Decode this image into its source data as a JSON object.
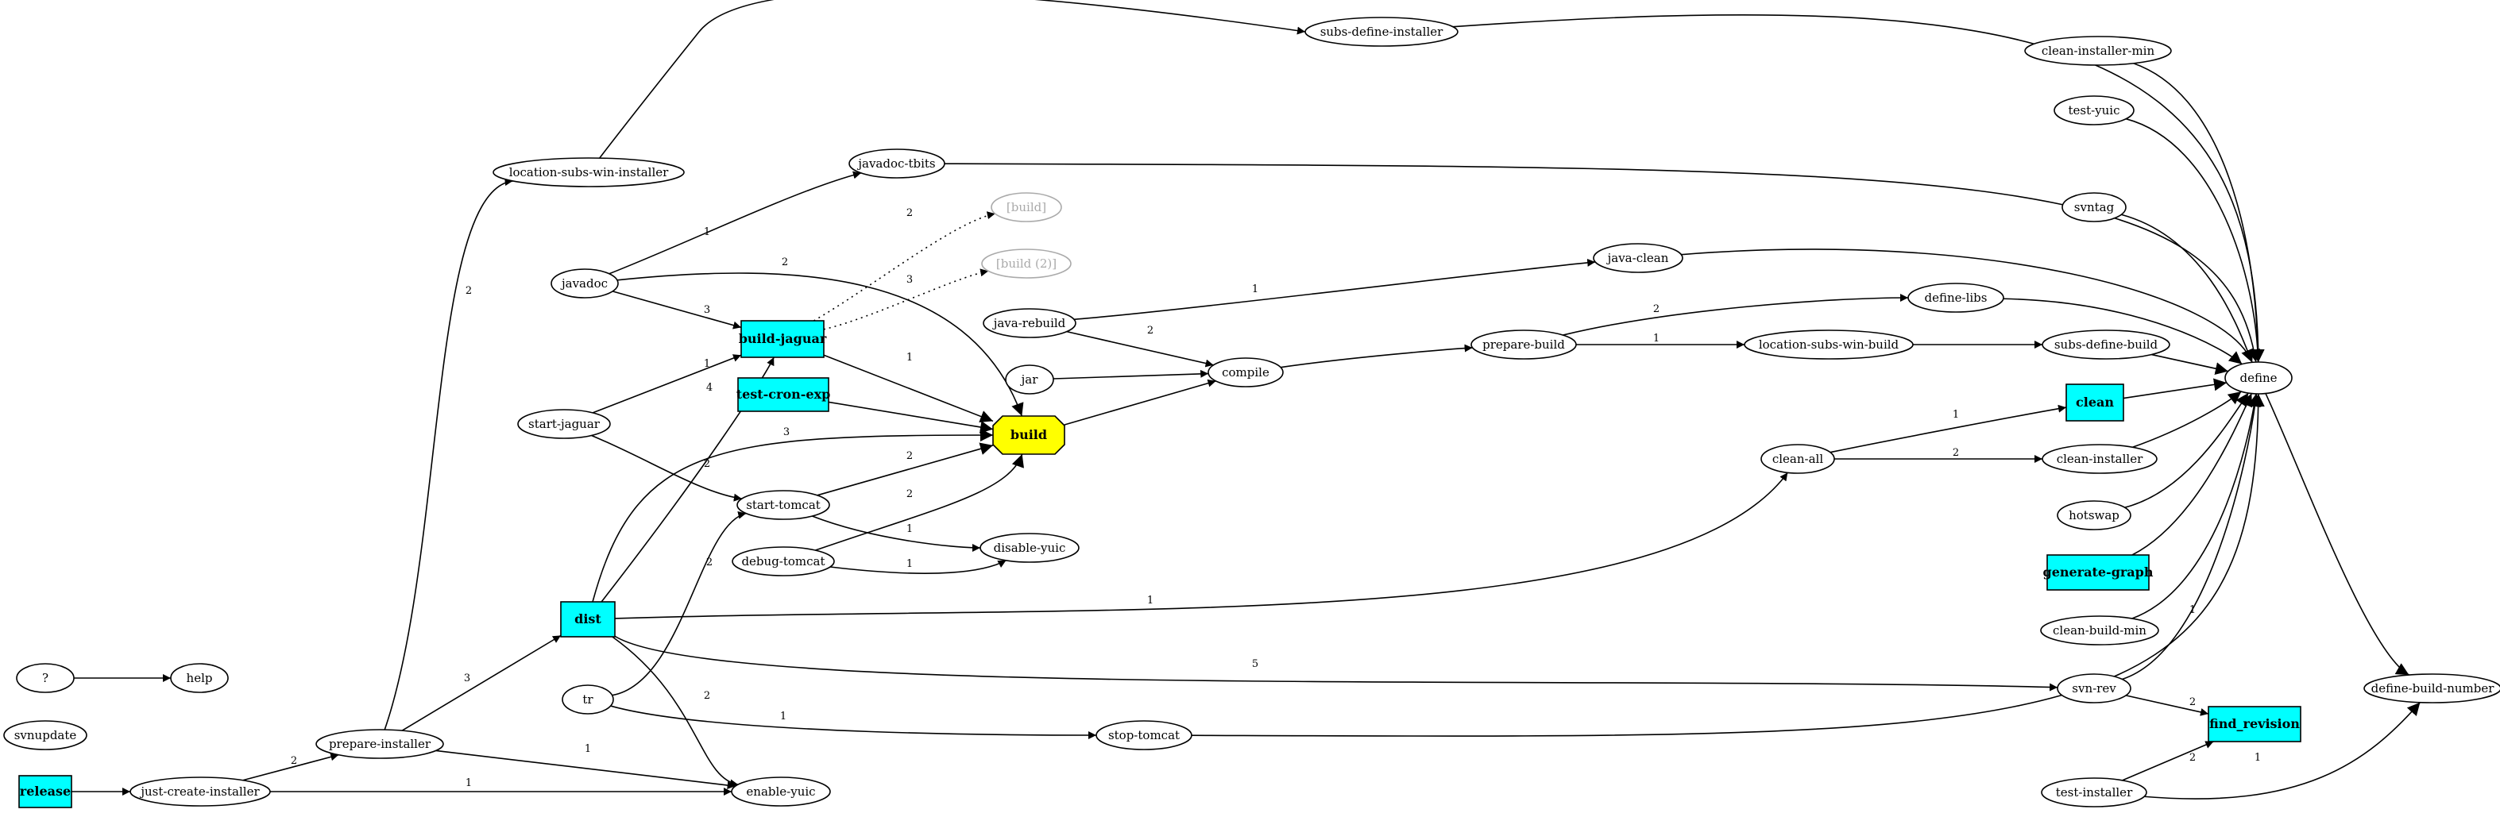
{
  "graph": {
    "nodes": {
      "release": {
        "label": "release",
        "shape": "box",
        "fill": "#00ffff",
        "bold": true
      },
      "just-create-installer": {
        "label": "just-create-installer"
      },
      "svnupdate": {
        "label": "svnupdate"
      },
      "q": {
        "label": "?"
      },
      "help": {
        "label": "help"
      },
      "prepare-installer": {
        "label": "prepare-installer"
      },
      "location-subs-win-installer": {
        "label": "location-subs-win-installer"
      },
      "subs-define-installer": {
        "label": "subs-define-installer"
      },
      "javadoc": {
        "label": "javadoc"
      },
      "javadoc-tbits": {
        "label": "javadoc-tbits"
      },
      "start-jaguar": {
        "label": "start-jaguar"
      },
      "build-jaguar": {
        "label": "build-jaguar",
        "shape": "box",
        "fill": "#00ffff",
        "bold": true
      },
      "test-cron-exp": {
        "label": "test-cron-exp",
        "shape": "box",
        "fill": "#00ffff",
        "bold": true
      },
      "build": {
        "label": "build",
        "shape": "octagon",
        "fill": "#ffff00",
        "bold": true
      },
      "build1": {
        "label": "[build]",
        "ghost": true
      },
      "build2": {
        "label": "[build (2)]",
        "ghost": true
      },
      "java-rebuild": {
        "label": "java-rebuild"
      },
      "jar": {
        "label": "jar"
      },
      "compile": {
        "label": "compile"
      },
      "java-clean": {
        "label": "java-clean"
      },
      "prepare-build": {
        "label": "prepare-build"
      },
      "define-libs": {
        "label": "define-libs"
      },
      "location-subs-win-build": {
        "label": "location-subs-win-build"
      },
      "subs-define-build": {
        "label": "subs-define-build"
      },
      "define": {
        "label": "define"
      },
      "start-tomcat": {
        "label": "start-tomcat"
      },
      "debug-tomcat": {
        "label": "debug-tomcat"
      },
      "disable-yuic": {
        "label": "disable-yuic"
      },
      "dist": {
        "label": "dist",
        "shape": "box",
        "fill": "#00ffff",
        "bold": true
      },
      "tr": {
        "label": "tr"
      },
      "enable-yuic": {
        "label": "enable-yuic"
      },
      "stop-tomcat": {
        "label": "stop-tomcat"
      },
      "clean-all": {
        "label": "clean-all"
      },
      "clean": {
        "label": "clean",
        "shape": "box",
        "fill": "#00ffff",
        "bold": true
      },
      "clean-installer": {
        "label": "clean-installer"
      },
      "clean-installer-min": {
        "label": "clean-installer-min"
      },
      "test-yuic": {
        "label": "test-yuic"
      },
      "svntag": {
        "label": "svntag"
      },
      "hotswap": {
        "label": "hotswap"
      },
      "generate-graph": {
        "label": "generate-graph",
        "shape": "box",
        "fill": "#00ffff",
        "bold": true
      },
      "clean-build-min": {
        "label": "clean-build-min"
      },
      "svn-rev": {
        "label": "svn-rev"
      },
      "find_revision": {
        "label": "find_revision",
        "shape": "box",
        "fill": "#00ffff",
        "bold": true
      },
      "test-installer": {
        "label": "test-installer"
      },
      "define-build-number": {
        "label": "define-build-number"
      }
    },
    "edges": [
      {
        "from": "release",
        "to": "just-create-installer",
        "label": ""
      },
      {
        "from": "just-create-installer",
        "to": "prepare-installer",
        "label": "2"
      },
      {
        "from": "just-create-installer",
        "to": "enable-yuic",
        "label": "1"
      },
      {
        "from": "q",
        "to": "help",
        "label": ""
      },
      {
        "from": "prepare-installer",
        "to": "location-subs-win-installer",
        "label": "2"
      },
      {
        "from": "prepare-installer",
        "to": "dist",
        "label": "3"
      },
      {
        "from": "prepare-installer",
        "to": "enable-yuic",
        "label": "1"
      },
      {
        "from": "location-subs-win-installer",
        "to": "subs-define-installer",
        "label": ""
      },
      {
        "from": "subs-define-installer",
        "to": "define",
        "label": ""
      },
      {
        "from": "javadoc",
        "to": "javadoc-tbits",
        "label": "1"
      },
      {
        "from": "javadoc",
        "to": "build",
        "label": "2"
      },
      {
        "from": "javadoc",
        "to": "build-jaguar",
        "label": "3"
      },
      {
        "from": "javadoc-tbits",
        "to": "define",
        "label": ""
      },
      {
        "from": "start-jaguar",
        "to": "build-jaguar",
        "label": "1"
      },
      {
        "from": "start-jaguar",
        "to": "start-tomcat",
        "label": "2"
      },
      {
        "from": "build-jaguar",
        "to": "build1",
        "label": "2",
        "style": "dotted"
      },
      {
        "from": "build-jaguar",
        "to": "build2",
        "label": "3",
        "style": "dotted"
      },
      {
        "from": "build-jaguar",
        "to": "build",
        "label": "1"
      },
      {
        "from": "test-cron-exp",
        "to": "build",
        "label": ""
      },
      {
        "from": "build",
        "to": "compile",
        "label": ""
      },
      {
        "from": "java-rebuild",
        "to": "java-clean",
        "label": "1"
      },
      {
        "from": "java-rebuild",
        "to": "compile",
        "label": "2"
      },
      {
        "from": "jar",
        "to": "compile",
        "label": ""
      },
      {
        "from": "compile",
        "to": "prepare-build",
        "label": ""
      },
      {
        "from": "java-clean",
        "to": "define",
        "label": ""
      },
      {
        "from": "prepare-build",
        "to": "define-libs",
        "label": "2"
      },
      {
        "from": "prepare-build",
        "to": "location-subs-win-build",
        "label": "1"
      },
      {
        "from": "define-libs",
        "to": "define",
        "label": ""
      },
      {
        "from": "location-subs-win-build",
        "to": "subs-define-build",
        "label": ""
      },
      {
        "from": "subs-define-build",
        "to": "define",
        "label": ""
      },
      {
        "from": "start-tomcat",
        "to": "build",
        "label": "2"
      },
      {
        "from": "start-tomcat",
        "to": "disable-yuic",
        "label": "1"
      },
      {
        "from": "debug-tomcat",
        "to": "build",
        "label": "2"
      },
      {
        "from": "debug-tomcat",
        "to": "disable-yuic",
        "label": "1"
      },
      {
        "from": "dist",
        "to": "build-jaguar",
        "label": "4"
      },
      {
        "from": "dist",
        "to": "build",
        "label": "3"
      },
      {
        "from": "dist",
        "to": "clean-all",
        "label": "1"
      },
      {
        "from": "dist",
        "to": "svn-rev",
        "label": "5"
      },
      {
        "from": "dist",
        "to": "enable-yuic",
        "label": "2"
      },
      {
        "from": "tr",
        "to": "start-tomcat",
        "label": "2"
      },
      {
        "from": "tr",
        "to": "stop-tomcat",
        "label": "1"
      },
      {
        "from": "stop-tomcat",
        "to": "define",
        "label": ""
      },
      {
        "from": "clean-all",
        "to": "clean",
        "label": "1"
      },
      {
        "from": "clean-all",
        "to": "clean-installer",
        "label": "2"
      },
      {
        "from": "clean",
        "to": "define",
        "label": ""
      },
      {
        "from": "clean-installer",
        "to": "define",
        "label": ""
      },
      {
        "from": "clean-installer-min",
        "to": "define",
        "label": ""
      },
      {
        "from": "test-yuic",
        "to": "define",
        "label": ""
      },
      {
        "from": "svntag",
        "to": "define",
        "label": ""
      },
      {
        "from": "hotswap",
        "to": "define",
        "label": ""
      },
      {
        "from": "generate-graph",
        "to": "define",
        "label": ""
      },
      {
        "from": "clean-build-min",
        "to": "define",
        "label": ""
      },
      {
        "from": "svn-rev",
        "to": "define",
        "label": "1"
      },
      {
        "from": "svn-rev",
        "to": "find_revision",
        "label": "2"
      },
      {
        "from": "test-installer",
        "to": "find_revision",
        "label": "2"
      },
      {
        "from": "test-installer",
        "to": "define-build-number",
        "label": "1"
      },
      {
        "from": "define",
        "to": "define-build-number",
        "label": ""
      }
    ]
  }
}
